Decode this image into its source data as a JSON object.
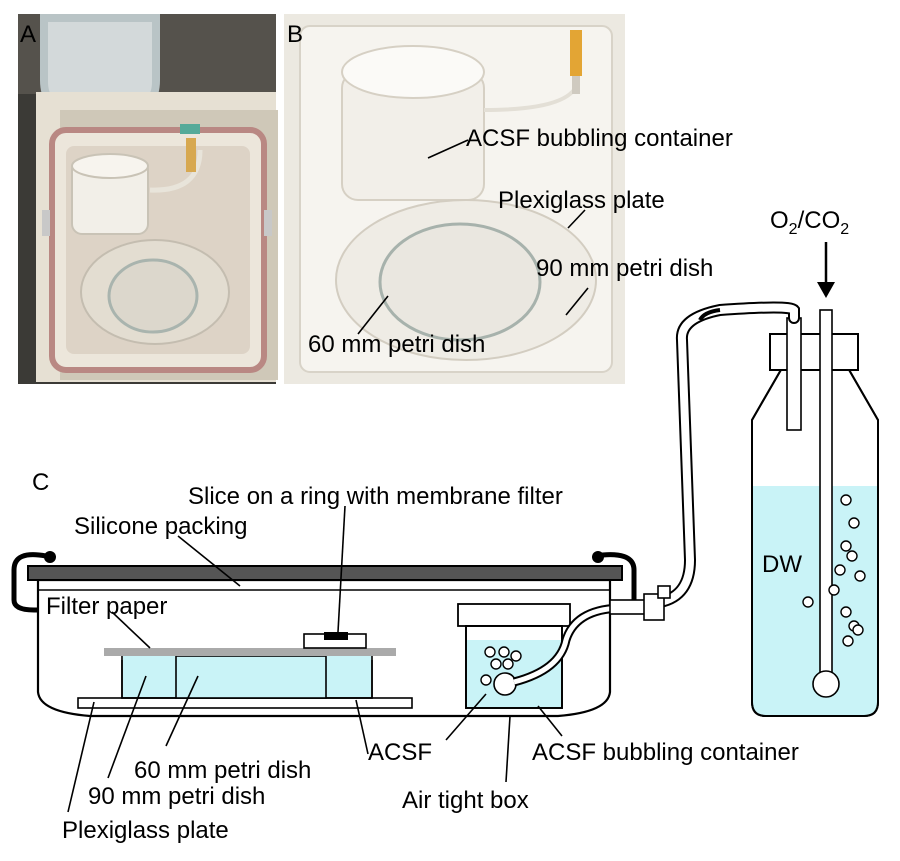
{
  "panels": {
    "a": "A",
    "b": "B",
    "c": "C"
  },
  "photo_b_labels": {
    "bubbling_container": "ACSF bubbling container",
    "plexiglass_plate": "Plexiglass plate",
    "petri_90": "90 mm petri dish",
    "petri_60": "60 mm petri dish"
  },
  "gas": {
    "o": "O",
    "o_sub": "2",
    "sep": "/CO",
    "co_sub": "2"
  },
  "bottle_label": "DW",
  "schematic_labels": {
    "slice": "Slice on a ring with membrane filter",
    "silicone": "Silicone packing",
    "filter_paper": "Filter paper",
    "acsf": "ACSF",
    "bubbling_container": "ACSF bubbling container",
    "petri_60": "60 mm petri dish",
    "petri_90": "90 mm petri dish",
    "air_tight_box": "Air tight box",
    "plexiglass_plate": "Plexiglass plate"
  },
  "colors": {
    "liquid": "#c9f3f7",
    "lid": "#555555",
    "plate": "#aaaaaa"
  }
}
